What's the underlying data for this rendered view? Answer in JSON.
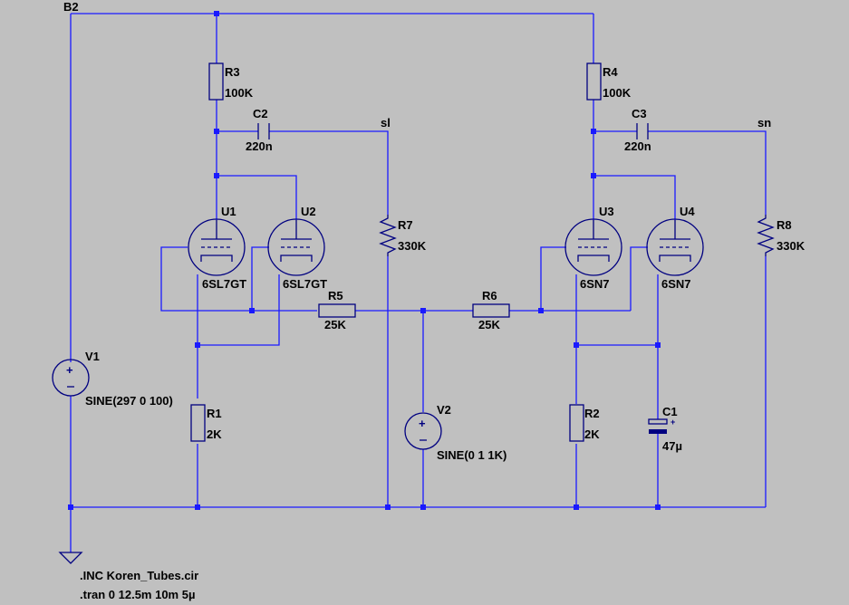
{
  "nets": {
    "b2": "B2",
    "sl": "sl",
    "sn": "sn"
  },
  "components": {
    "r1": {
      "ref": "R1",
      "value": "2K"
    },
    "r2": {
      "ref": "R2",
      "value": "2K"
    },
    "r3": {
      "ref": "R3",
      "value": "100K"
    },
    "r4": {
      "ref": "R4",
      "value": "100K"
    },
    "r5": {
      "ref": "R5",
      "value": "25K"
    },
    "r6": {
      "ref": "R6",
      "value": "25K"
    },
    "r7": {
      "ref": "R7",
      "value": "330K"
    },
    "r8": {
      "ref": "R8",
      "value": "330K"
    },
    "c1": {
      "ref": "C1",
      "value": "47µ"
    },
    "c2": {
      "ref": "C2",
      "value": "220n"
    },
    "c3": {
      "ref": "C3",
      "value": "220n"
    },
    "u1": {
      "ref": "U1",
      "value": "6SL7GT"
    },
    "u2": {
      "ref": "U2",
      "value": "6SL7GT"
    },
    "u3": {
      "ref": "U3",
      "value": "6SN7"
    },
    "u4": {
      "ref": "U4",
      "value": "6SN7"
    },
    "v1": {
      "ref": "V1",
      "value": "SINE(297 0 100)"
    },
    "v2": {
      "ref": "V2",
      "value": "SINE(0 1 1K)"
    }
  },
  "directives": {
    "include": ".INC Koren_Tubes.cir",
    "tran": ".tran 0 12.5m 10m 5µ"
  }
}
